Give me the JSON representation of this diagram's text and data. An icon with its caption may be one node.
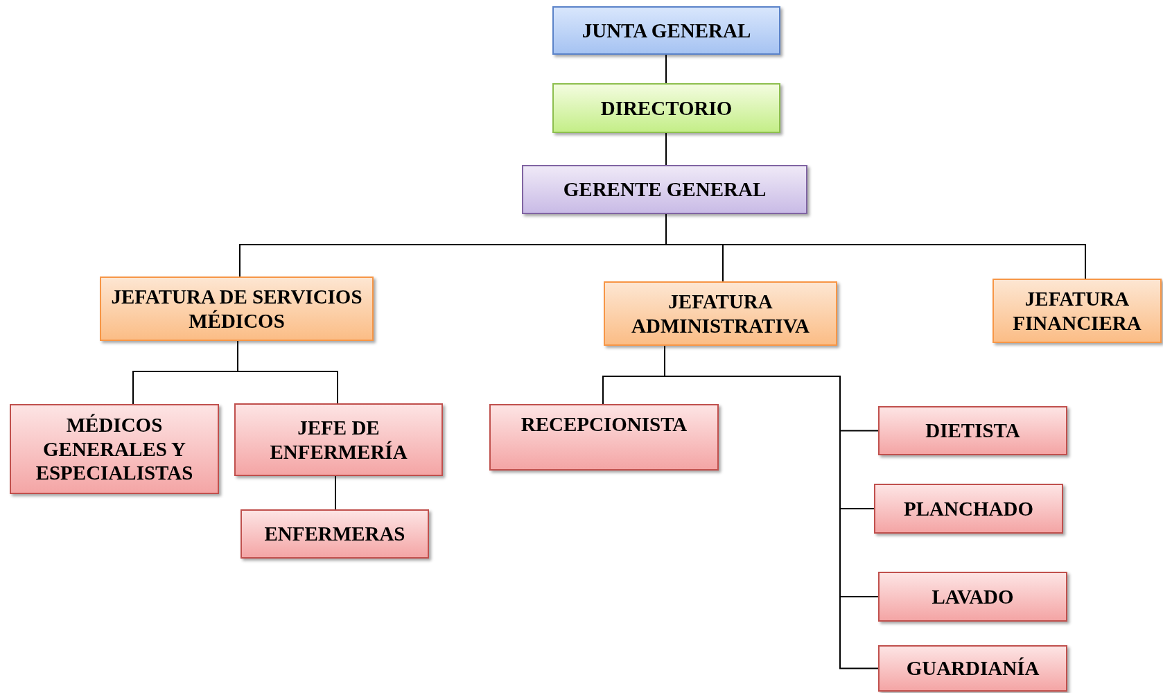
{
  "diagram": {
    "nodes": [
      {
        "text": [
          "JUNTA GENERAL"
        ]
      },
      {
        "text": [
          "DIRECTORIO"
        ]
      },
      {
        "text": [
          "GERENTE GENERAL"
        ]
      },
      {
        "text": [
          "JEFATURA DE SERVICIOS MÉDICOS"
        ]
      },
      {
        "text": [
          "JEFATURA ADMINISTRATIVA"
        ]
      },
      {
        "text": [
          "JEFATURA FINANCIERA"
        ]
      },
      {
        "text": [
          "MÉDICOS GENERALES Y ESPECIALISTAS"
        ]
      },
      {
        "text": [
          "JEFE DE ENFERMERÍA"
        ]
      },
      {
        "text": [
          "ENFERMERAS"
        ]
      },
      {
        "text": [
          "RECEPCIONISTA"
        ]
      },
      {
        "text": [
          "DIETISTA"
        ]
      },
      {
        "text": [
          "PLANCHADO"
        ]
      },
      {
        "text": [
          "LAVADO"
        ]
      },
      {
        "text": [
          "GUARDIANÍA"
        ]
      }
    ],
    "edges": [
      {
        "from": 0,
        "to": 1,
        "arrow": "none"
      },
      {
        "from": 1,
        "to": 2,
        "arrow": "none"
      },
      {
        "from": 2,
        "to": 3,
        "arrow": "none"
      },
      {
        "from": 2,
        "to": 4,
        "arrow": "none"
      },
      {
        "from": 2,
        "to": 5,
        "arrow": "none"
      },
      {
        "from": 3,
        "to": 6,
        "arrow": "none"
      },
      {
        "from": 3,
        "to": 7,
        "arrow": "none"
      },
      {
        "from": 7,
        "to": 8,
        "arrow": "none"
      },
      {
        "from": 4,
        "to": 9,
        "arrow": "none"
      },
      {
        "from": 4,
        "to": 10,
        "arrow": "none"
      },
      {
        "from": 4,
        "to": 11,
        "arrow": "none"
      },
      {
        "from": 4,
        "to": 12,
        "arrow": "none"
      },
      {
        "from": 4,
        "to": 13,
        "arrow": "none"
      }
    ]
  }
}
